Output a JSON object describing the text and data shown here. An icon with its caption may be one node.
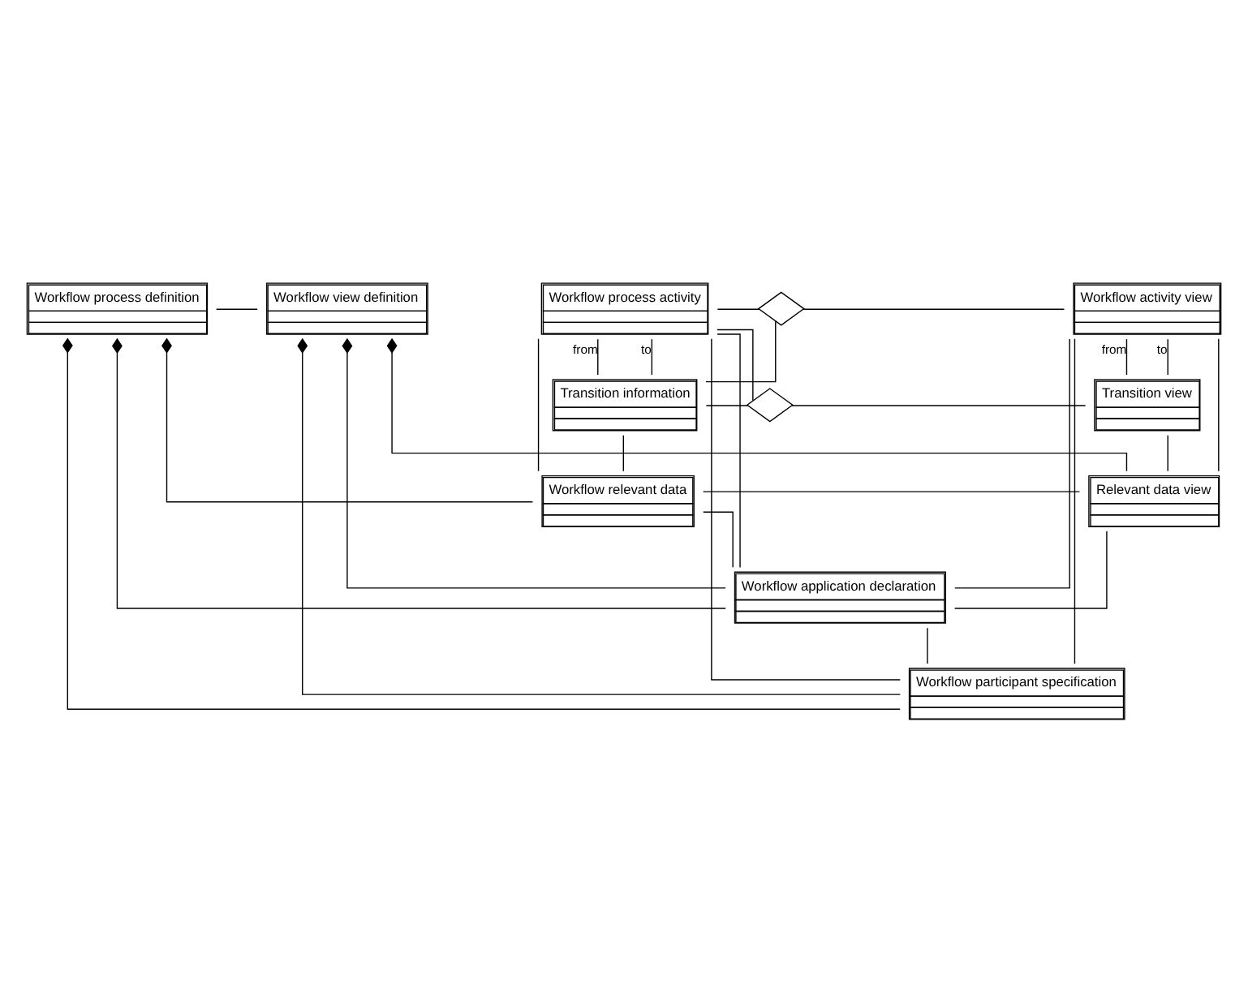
{
  "diagram": {
    "nodes": [
      {
        "text": [
          "Workflow process definition"
        ]
      },
      {
        "text": [
          "Workflow view definition"
        ]
      },
      {
        "text": [
          "Workflow process activity"
        ]
      },
      {
        "text": [],
        "shape": "diamond"
      },
      {
        "text": [
          "Workflow activity view"
        ]
      },
      {
        "text": [
          "Transition information"
        ]
      },
      {
        "text": [],
        "shape": "diamond"
      },
      {
        "text": [
          "Transition view"
        ]
      },
      {
        "text": [
          "Workflow relevant data"
        ]
      },
      {
        "text": [
          "Relevant data view"
        ]
      },
      {
        "text": [
          "Workflow application declaration"
        ]
      },
      {
        "text": [
          "Workflow participant specification"
        ]
      }
    ],
    "edges": [
      {
        "from": 0,
        "to": 1,
        "arrow": "none"
      },
      {
        "from": 0,
        "to": 11,
        "arrow": "other"
      },
      {
        "from": 0,
        "to": 10,
        "arrow": "other"
      },
      {
        "from": 0,
        "to": 8,
        "arrow": "other"
      },
      {
        "from": 1,
        "to": 11,
        "arrow": "other"
      },
      {
        "from": 1,
        "to": 10,
        "arrow": "other"
      },
      {
        "from": 1,
        "to": 9,
        "arrow": "other"
      },
      {
        "from": 2,
        "to": 3,
        "arrow": "none"
      },
      {
        "from": 3,
        "to": 4,
        "arrow": "none"
      },
      {
        "from": 3,
        "to": 5,
        "arrow": "none"
      },
      {
        "from": 2,
        "to": 6,
        "arrow": "none"
      },
      {
        "from": 5,
        "to": 6,
        "arrow": "none"
      },
      {
        "from": 6,
        "to": 7,
        "arrow": "none"
      },
      {
        "from": 2,
        "to": 5,
        "label": "from",
        "arrow": "none"
      },
      {
        "from": 2,
        "to": 5,
        "label": "to",
        "arrow": "none"
      },
      {
        "from": 4,
        "to": 7,
        "label": "from",
        "arrow": "none"
      },
      {
        "from": 4,
        "to": 7,
        "label": "to",
        "arrow": "none"
      },
      {
        "from": 2,
        "to": 11,
        "arrow": "none"
      },
      {
        "from": 2,
        "to": 10,
        "arrow": "none"
      },
      {
        "from": 2,
        "to": 8,
        "arrow": "none"
      },
      {
        "from": 4,
        "to": 11,
        "arrow": "none"
      },
      {
        "from": 4,
        "to": 10,
        "arrow": "none"
      },
      {
        "from": 4,
        "to": 9,
        "arrow": "none"
      },
      {
        "from": 5,
        "to": 8,
        "arrow": "none"
      },
      {
        "from": 7,
        "to": 9,
        "arrow": "none"
      },
      {
        "from": 8,
        "to": 9,
        "arrow": "none"
      },
      {
        "from": 8,
        "to": 10,
        "arrow": "none"
      },
      {
        "from": 9,
        "to": 10,
        "arrow": "none"
      },
      {
        "from": 10,
        "to": 11,
        "arrow": "none"
      }
    ]
  }
}
